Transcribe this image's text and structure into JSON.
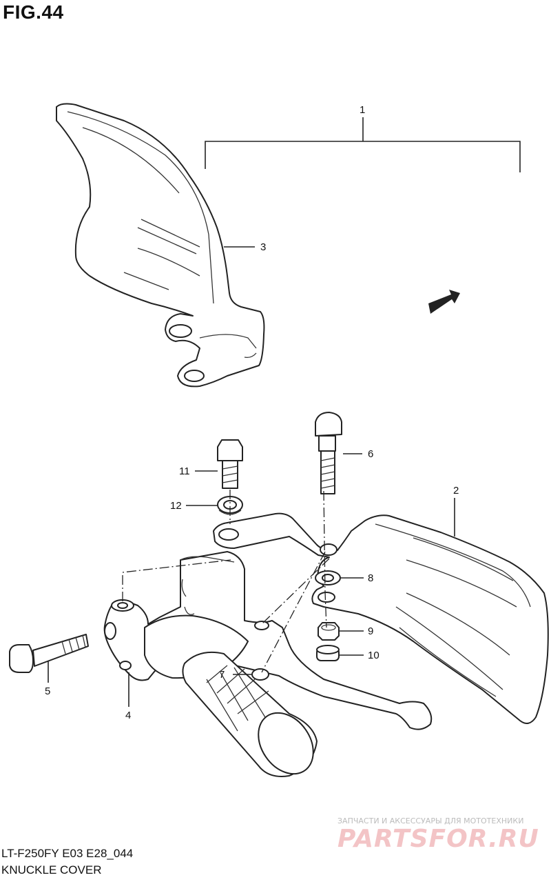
{
  "figure": {
    "title": "FIG.44"
  },
  "direction_marker": "FWD",
  "callouts": {
    "c1": "1",
    "c2": "2",
    "c3": "3",
    "c4": "4",
    "c5": "5",
    "c6": "6",
    "c7": "7",
    "c8": "8",
    "c9": "9",
    "c10": "10",
    "c11": "11",
    "c12": "12"
  },
  "footer": {
    "model_code": "LT-F250FY  E03  E28_044",
    "caption": "KNUCKLE COVER"
  },
  "watermark": {
    "tagline": "ЗАПЧАСТИ И АКСЕССУАРЫ ДЛЯ МОТОТЕХНИКИ",
    "logo": "PARTSFOR.RU",
    "color": "#f3c4c6"
  }
}
